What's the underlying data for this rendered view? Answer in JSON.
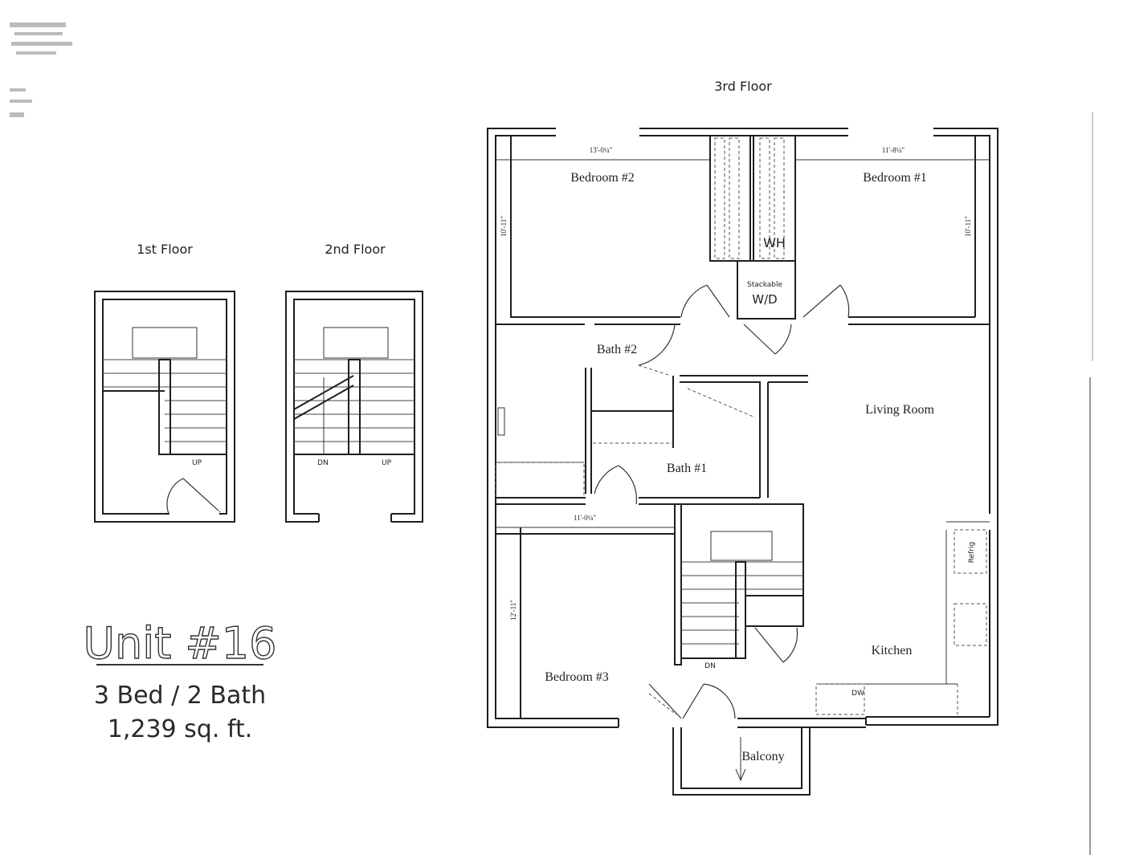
{
  "floors": {
    "first": "1st Floor",
    "second": "2nd Floor",
    "third": "3rd Floor"
  },
  "rooms": {
    "bedroom2": "Bedroom #2",
    "bedroom1": "Bedroom #1",
    "bedroom3": "Bedroom #3",
    "bath2": "Bath #2",
    "bath1": "Bath #1",
    "living": "Living Room",
    "kitchen": "Kitchen",
    "balcony": "Balcony"
  },
  "fixtures": {
    "water_heater": "WH",
    "stackable": "Stackable",
    "washer_dryer": "W/D",
    "refrigerator": "Refrig",
    "dishwasher": "DW"
  },
  "stairs": {
    "up": "UP",
    "down": "DN"
  },
  "dimensions": {
    "bedroom2_width": "13'-0¼\"",
    "bedroom1_width": "11'-8¼\"",
    "bedroom2_depth": "10'-11\"",
    "bedroom1_depth": "10'-11\"",
    "bedroom3_width": "11'-0¼\"",
    "bedroom3_depth": "12'-11\""
  },
  "unit": {
    "title": "Unit #16",
    "beds_baths": "3 Bed / 2 Bath",
    "area": "1,239 sq. ft."
  }
}
